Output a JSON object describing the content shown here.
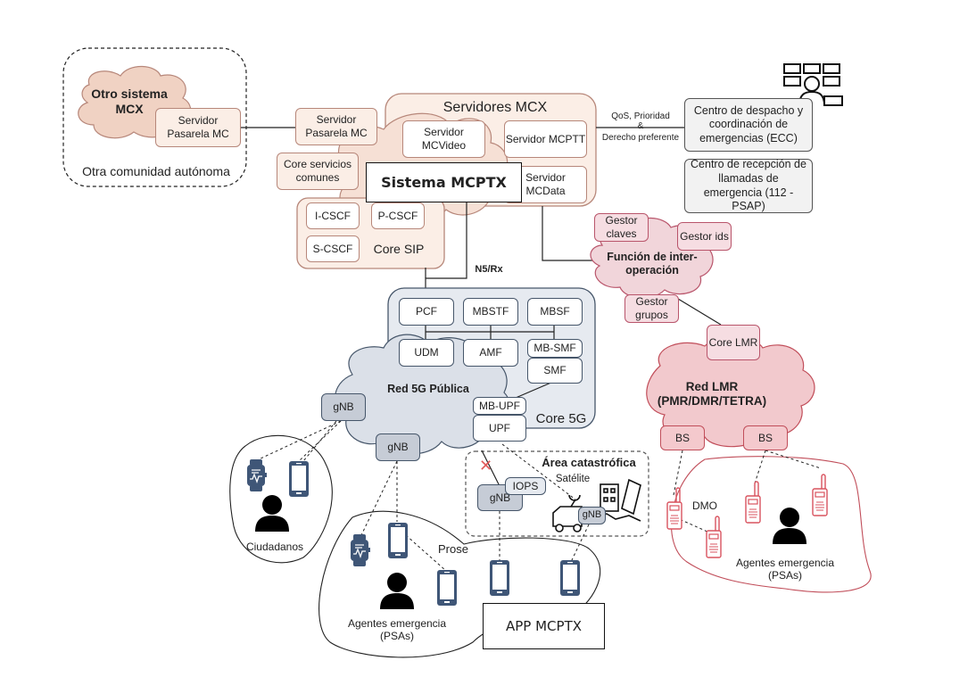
{
  "external": {
    "region_label": "Otra comunidad autónoma",
    "cloud_label": "Otro sistema MCX",
    "gateway": "Servidor Pasarela MC"
  },
  "mcx": {
    "title": "Servidores MCX",
    "gateway": "Servidor Pasarela MC",
    "common_core": "Core servicios comunes",
    "mcvideo": "Servidor MCVideo",
    "mcptt": "Servidor MCPTT",
    "mcdata": "Servidor MCData",
    "system_label": "Sistema MCPTX"
  },
  "sip": {
    "title": "Core SIP",
    "icscf": "I-CSCF",
    "pcscf": "P-CSCF",
    "scscf": "S-CSCF"
  },
  "links": {
    "qos_line1": "QoS, Prioridad",
    "qos_line2": "&",
    "qos_line3": "Derecho preferente",
    "n5rx": "N5/Rx",
    "satellite": "Satélite",
    "prose": "Prose",
    "dmo": "DMO"
  },
  "emergency": {
    "ecc": "Centro de despacho y coordinación de emergencias (ECC)",
    "psap": "Centro de recepción de llamadas de emergencia (112 - PSAP)"
  },
  "interop": {
    "title": "Función de inter-operación",
    "keys": "Gestor claves",
    "ids": "Gestor ids",
    "groups": "Gestor grupos"
  },
  "core5g": {
    "title": "Core 5G",
    "network": "Red 5G Pública",
    "pcf": "PCF",
    "mbstf": "MBSTF",
    "mbsf": "MBSF",
    "udm": "UDM",
    "amf": "AMF",
    "mbsmf": "MB-SMF",
    "smf": "SMF",
    "mbupf": "MB-UPF",
    "upf": "UPF",
    "gnb": "gNB"
  },
  "disaster": {
    "title": "Área catastrófica",
    "iops": "IOPS",
    "gnb": "gNB"
  },
  "lmr": {
    "core": "Core LMR",
    "title": "Red LMR (PMR/DMR/TETRA)",
    "bs": "BS",
    "agents": "Agentes emergencia (PSAs)"
  },
  "groups": {
    "citizens": "Ciudadanos",
    "agents": "Agentes emergencia (PSAs)",
    "app": "APP MCPTX"
  },
  "colors": {
    "peach": "#fbeee6",
    "pink": "#f6dde2",
    "lmr_red": "#f4c9cd",
    "core_gray": "#e6eaf0",
    "device_blue": "#3f5677",
    "radio_red": "#d9535f"
  }
}
